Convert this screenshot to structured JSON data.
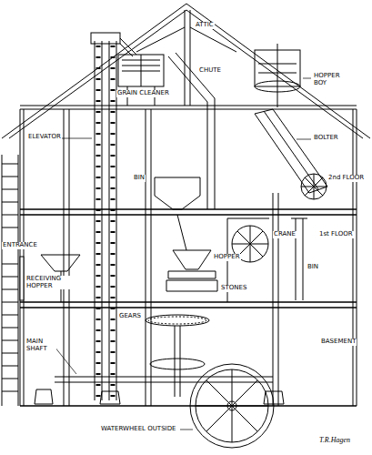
{
  "diagram": {
    "labels": [
      "ATTIC",
      "CHUTE",
      "HOPPER BOY",
      "GRAIN CLEANER",
      "ELEVATOR",
      "BOLTER",
      "2nd FLOOR",
      "BIN",
      "HOPPER",
      "CRANE",
      "1st FLOOR",
      "BIN",
      "ENTRANCE",
      "RECEIVING HOPPER",
      "STONES",
      "GEARS",
      "MAIN SHAFT",
      "BASEMENT",
      "WATERWHEEL OUTSIDE",
      "T.R.Hagen"
    ]
  }
}
